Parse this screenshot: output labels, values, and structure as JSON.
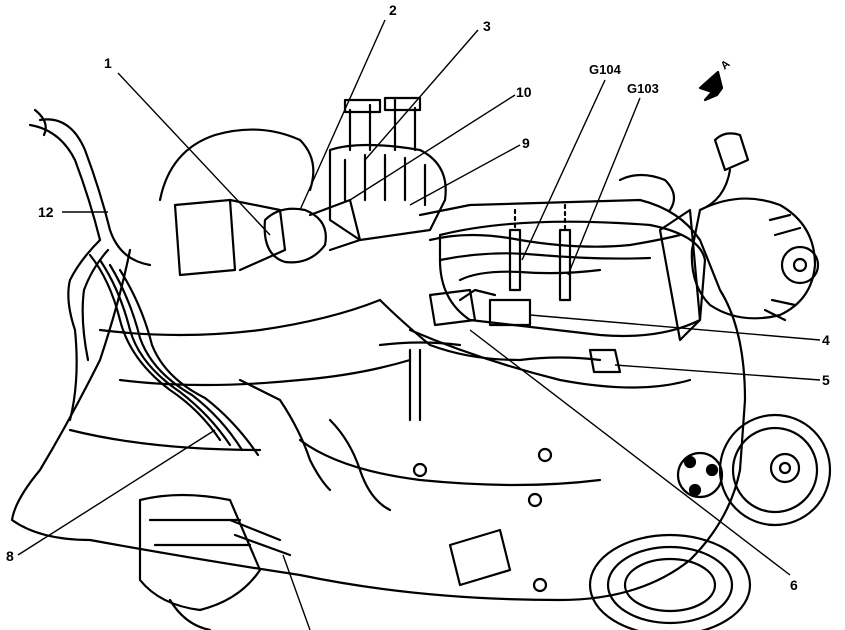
{
  "diagram": {
    "callouts": [
      {
        "id": "c1",
        "label": "1"
      },
      {
        "id": "c2",
        "label": "2"
      },
      {
        "id": "c3",
        "label": "3"
      },
      {
        "id": "c10",
        "label": "10"
      },
      {
        "id": "c9",
        "label": "9"
      },
      {
        "id": "c12",
        "label": "12"
      },
      {
        "id": "cG104",
        "label": "G104"
      },
      {
        "id": "cG103",
        "label": "G103"
      },
      {
        "id": "c4",
        "label": "4"
      },
      {
        "id": "c5",
        "label": "5"
      },
      {
        "id": "c6",
        "label": "6"
      },
      {
        "id": "c8",
        "label": "8"
      }
    ],
    "view_marker": "A"
  },
  "colors": {
    "ink": "#000000",
    "paper": "#ffffff"
  }
}
